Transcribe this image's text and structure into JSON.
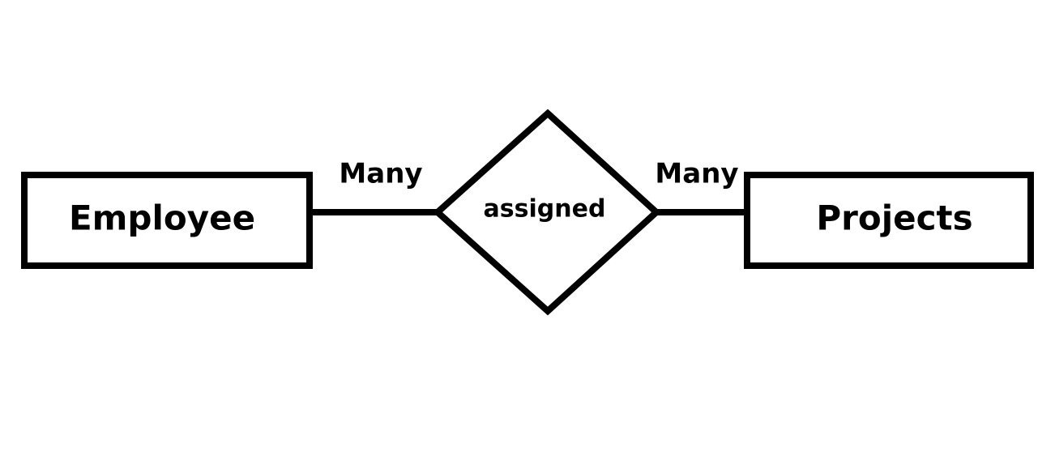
{
  "diagram": {
    "entities": {
      "left": {
        "label": "Employee"
      },
      "right": {
        "label": "Projects"
      }
    },
    "relationship": {
      "label": "assigned"
    },
    "cardinality": {
      "left": "Many",
      "right": "Many"
    }
  }
}
